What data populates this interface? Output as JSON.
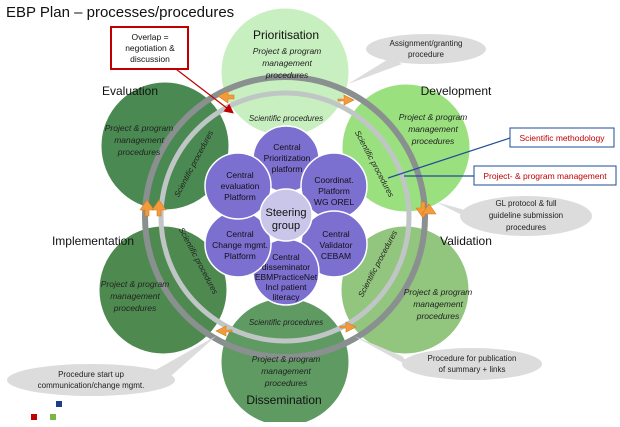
{
  "title": "EBP Plan – processes/procedures",
  "colors": {
    "phase_light": "#c8efbf",
    "phase_mid": "#86c66b",
    "phase_dark": "#4a8a52",
    "central": "#7b6fd0",
    "central_stroke": "#ffffff",
    "steering": "#c9c6ea",
    "ring_outer": "#8a8f8f",
    "ring_inner": "#c0c6c6",
    "arrow": "#f39a3c",
    "callout": "#dcdcdc",
    "red": "#c00000",
    "blue": "#1f4e99"
  },
  "phases": [
    {
      "label": "Prioritisation",
      "body": [
        "Project & program",
        "management",
        "procedures"
      ]
    },
    {
      "label": "Development",
      "body": [
        "Project & program",
        "management",
        "procedures"
      ]
    },
    {
      "label": "Validation",
      "body": [
        "Project & program",
        "management",
        "procedures"
      ]
    },
    {
      "label": "Dissemination",
      "body": [
        "Project & program",
        "management",
        "procedures"
      ]
    },
    {
      "label": "Implementation",
      "body": [
        "Project & program",
        "management",
        "procedures"
      ]
    },
    {
      "label": "Evaluation",
      "body": [
        "Project & program",
        "management",
        "procedures"
      ]
    }
  ],
  "scientific_label": "Scientific procedures",
  "central_platforms": [
    {
      "lines": [
        "Central",
        "Prioritization",
        "platform"
      ]
    },
    {
      "lines": [
        "Coordinat.",
        "Platform",
        "WG OREL"
      ]
    },
    {
      "lines": [
        "Central",
        "Validator",
        "CEBAM"
      ]
    },
    {
      "lines": [
        "Central",
        "disseminator",
        "EBMPracticeNet",
        "Incl patient",
        "literacy"
      ]
    },
    {
      "lines": [
        "Central",
        "Change mgmt.",
        "Platform"
      ]
    },
    {
      "lines": [
        "Central",
        "evaluation",
        "Platform"
      ]
    }
  ],
  "steering": [
    "Steering",
    "group"
  ],
  "overlap_box": [
    "Overlap  =",
    "negotiation &",
    "discussion"
  ],
  "callouts": [
    {
      "lines": [
        "Assignment/granting",
        "procedure"
      ]
    },
    {
      "lines": [
        "GL protocol  & full",
        "guideline submission",
        "procedures"
      ]
    },
    {
      "lines": [
        "Procedure for publication",
        "of summary + links"
      ]
    },
    {
      "lines": [
        "Procedure start up",
        "communication/change mgmt."
      ]
    }
  ],
  "legend": [
    {
      "label": "Scientific methodology"
    },
    {
      "label": "Project- & program management"
    }
  ]
}
